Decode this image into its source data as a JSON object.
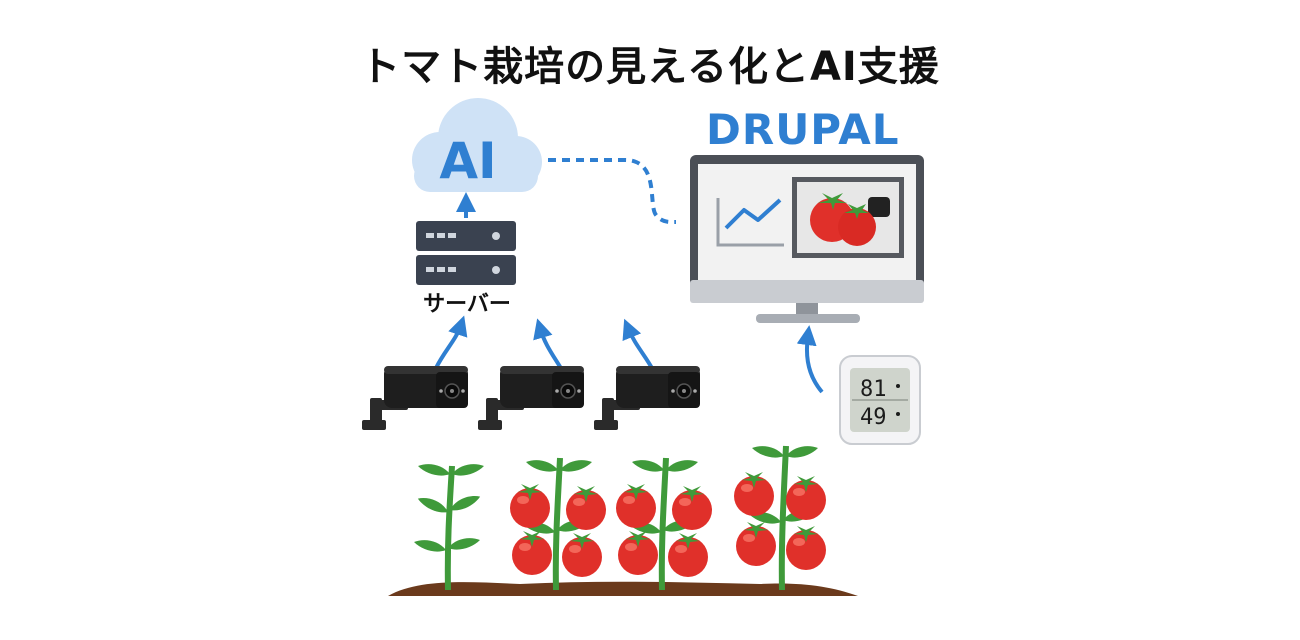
{
  "title": "トマト栽培の見える化とAI支援",
  "ai_cloud": {
    "label": "AI"
  },
  "drupal": {
    "label": "DRUPAL"
  },
  "server": {
    "label": "サーバー"
  },
  "sensor": {
    "temperature": "81",
    "humidity": "49"
  },
  "colors": {
    "accent_blue": "#2f7fd1",
    "cloud": "#cfe2f6",
    "tomato": "#e0302a",
    "leaf": "#3f9a3a",
    "soil": "#6b3a1c",
    "device_dark": "#1e1e1e"
  }
}
